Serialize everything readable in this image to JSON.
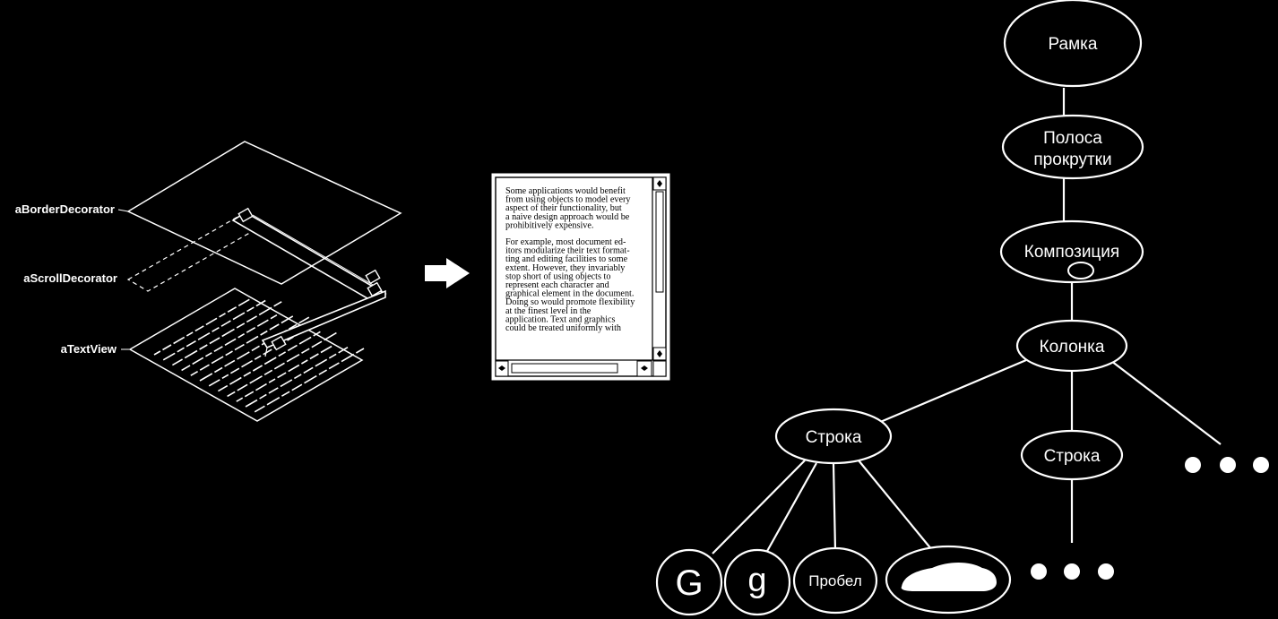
{
  "decorator_diagram": {
    "labels": {
      "border": "aBorderDecorator",
      "scroll": "aScrollDecorator",
      "text": "aTextView"
    }
  },
  "document_window": {
    "paragraphs": [
      [
        "Some applications would benefit",
        "from using objects to model every",
        "aspect of their functionality, but",
        "a naive design approach would be",
        "prohibitively expensive."
      ],
      [
        "For example, most document ed-",
        "itors modularize their text format-",
        "ting and editing facilities to some",
        "extent. However, they invariably",
        "stop short of using objects to",
        "represent each character and",
        "graphical element in the document.",
        "Doing so would promote flexibility",
        "at the finest level in the",
        "application.  Text and graphics",
        "could be treated uniformly with"
      ]
    ]
  },
  "tree": {
    "frame": "Рамка",
    "scrollbar": [
      "Полоса",
      "прокрутки"
    ],
    "composition": "Композиция",
    "column": "Колонка",
    "row_left": "Строка",
    "row_right": "Строка",
    "leaf_G": "G",
    "leaf_g": "g",
    "leaf_space": "Пробел"
  }
}
